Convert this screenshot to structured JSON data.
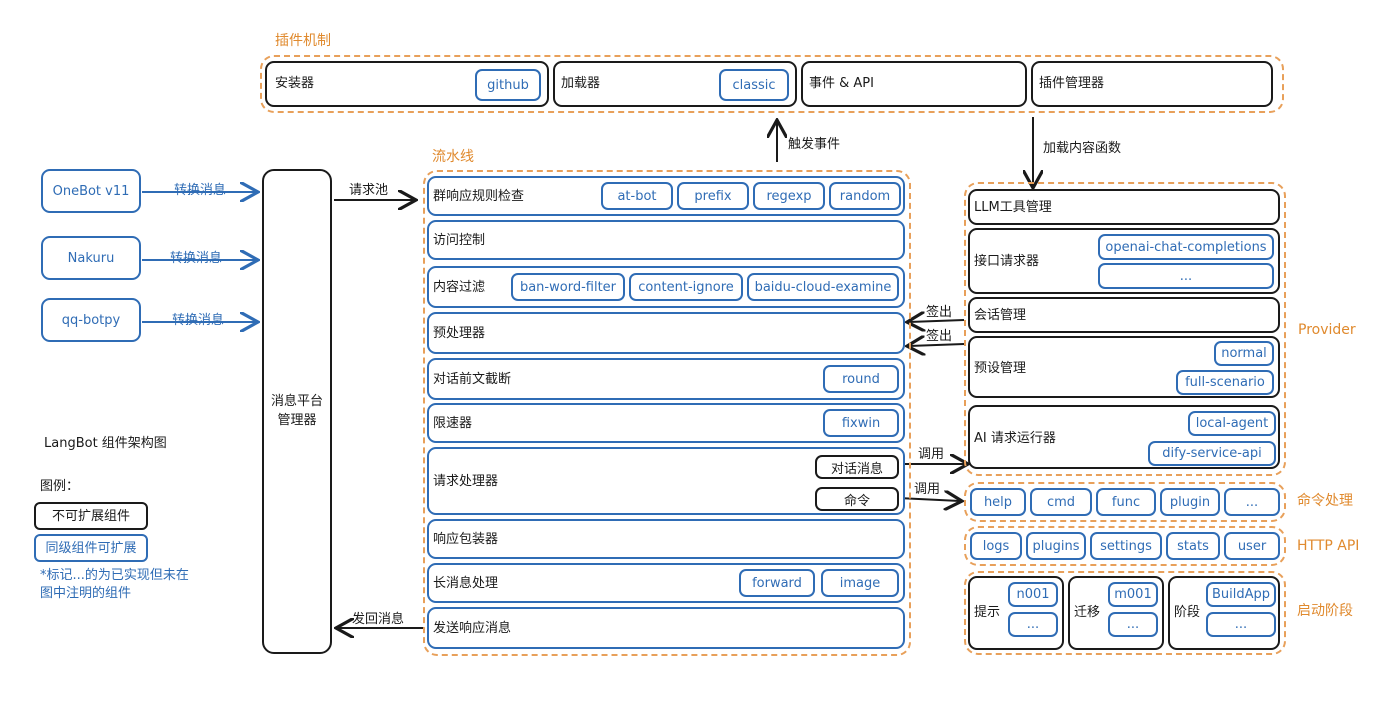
{
  "plugin_mechanism": {
    "title": "插件机制",
    "installer": "安装器",
    "installer_chip": "github",
    "loader": "加载器",
    "loader_chip": "classic",
    "events_api": "事件 & API",
    "plugin_manager": "插件管理器"
  },
  "arrows": {
    "trigger_event": "触发事件",
    "load_content_func": "加载内容函数",
    "request_pool": "请求池",
    "send_back": "发回消息",
    "sign_out_1": "签出",
    "sign_out_2": "签出",
    "call_1": "调用",
    "call_2": "调用"
  },
  "adapters": [
    {
      "name": "OneBot v11",
      "arrow": "转换消息"
    },
    {
      "name": "Nakuru",
      "arrow": "转换消息"
    },
    {
      "name": "qq-botpy",
      "arrow": "转换消息"
    }
  ],
  "platform_manager": "消息平台\n管理器",
  "legend": {
    "title": "LangBot 组件架构图",
    "label": "图例：",
    "non_extensible": "不可扩展组件",
    "extensible": "同级组件可扩展",
    "note": "*标记...的为已实现但未在\n图中注明的组件"
  },
  "pipeline": {
    "title": "流水线",
    "stages": [
      {
        "label": "群响应规则检查",
        "chips": [
          "at-bot",
          "prefix",
          "regexp",
          "random"
        ]
      },
      {
        "label": "访问控制",
        "chips": []
      },
      {
        "label": "内容过滤",
        "chips": [
          "ban-word-filter",
          "content-ignore",
          "baidu-cloud-examine"
        ]
      },
      {
        "label": "预处理器",
        "chips": []
      },
      {
        "label": "对话前文截断",
        "chips": [
          "round"
        ]
      },
      {
        "label": "限速器",
        "chips": [
          "fixwin"
        ]
      },
      {
        "label": "请求处理器",
        "chips": []
      },
      {
        "label": "响应包装器",
        "chips": []
      },
      {
        "label": "长消息处理",
        "chips": [
          "forward",
          "image"
        ]
      },
      {
        "label": "发送响应消息",
        "chips": []
      }
    ],
    "handler_chat": "对话消息",
    "handler_command": "命令"
  },
  "provider": {
    "title": "Provider",
    "llm_tool": "LLM工具管理",
    "api_requester": "接口请求器",
    "api_chips": [
      "openai-chat-completions",
      "..."
    ],
    "session": "会话管理",
    "preset": "预设管理",
    "preset_chips": [
      "normal",
      "full-scenario"
    ],
    "ai_runner": "AI 请求运行器",
    "runner_chips": [
      "local-agent",
      "dify-service-api"
    ]
  },
  "commands": {
    "title": "命令处理",
    "items": [
      "help",
      "cmd",
      "func",
      "plugin",
      "..."
    ]
  },
  "http_api": {
    "title": "HTTP API",
    "items": [
      "logs",
      "plugins",
      "settings",
      "stats",
      "user"
    ]
  },
  "boot": {
    "title": "启动阶段",
    "groups": [
      {
        "label": "提示",
        "chips": [
          "n001",
          "..."
        ]
      },
      {
        "label": "迁移",
        "chips": [
          "m001",
          "..."
        ]
      },
      {
        "label": "阶段",
        "chips": [
          "BuildApp",
          "..."
        ]
      }
    ]
  }
}
